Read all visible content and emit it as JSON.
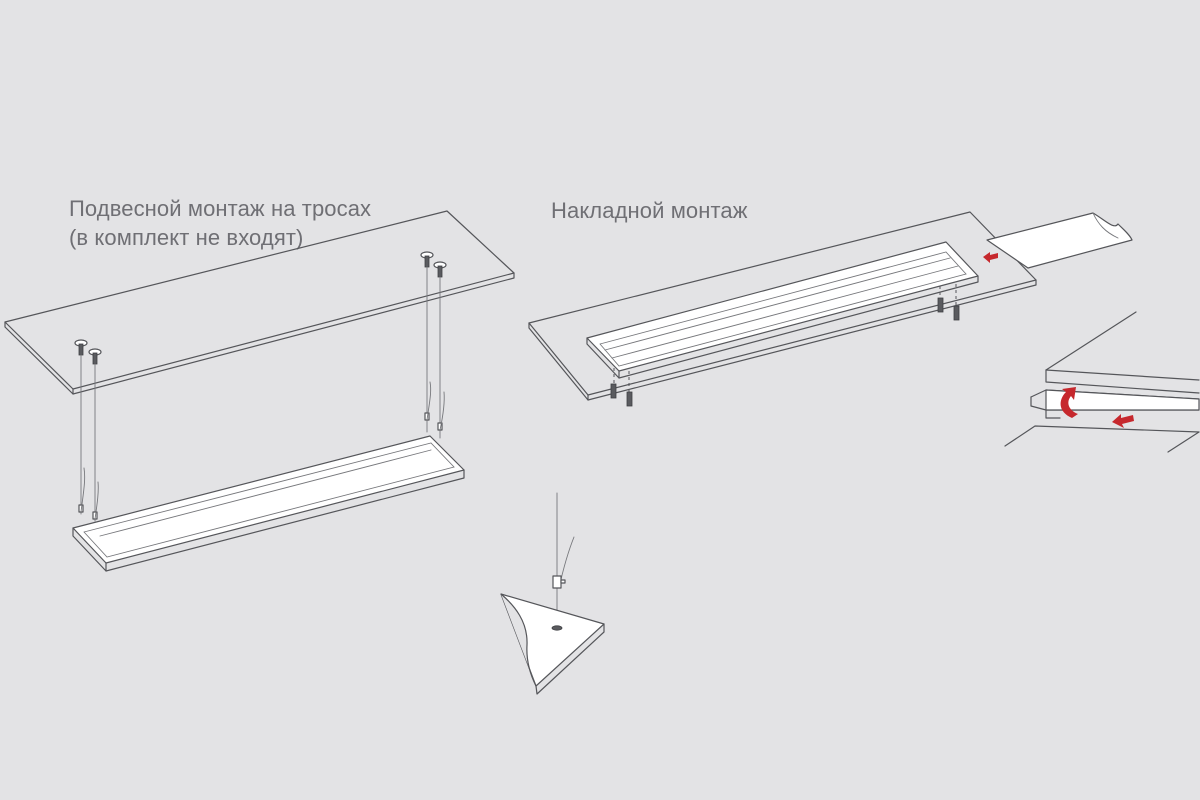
{
  "labels": {
    "suspended_line1": "Подвесной монтаж на тросах",
    "suspended_line2": "(в комплект не входят)",
    "surface": "Накладной монтаж"
  },
  "colors": {
    "background": "#e3e3e5",
    "line": "#55565a",
    "text": "#6f6f74",
    "accent": "#c6282d"
  },
  "icons": {
    "arrow": "red-direction-arrow",
    "curved_arrow": "red-rotate-arrow"
  }
}
